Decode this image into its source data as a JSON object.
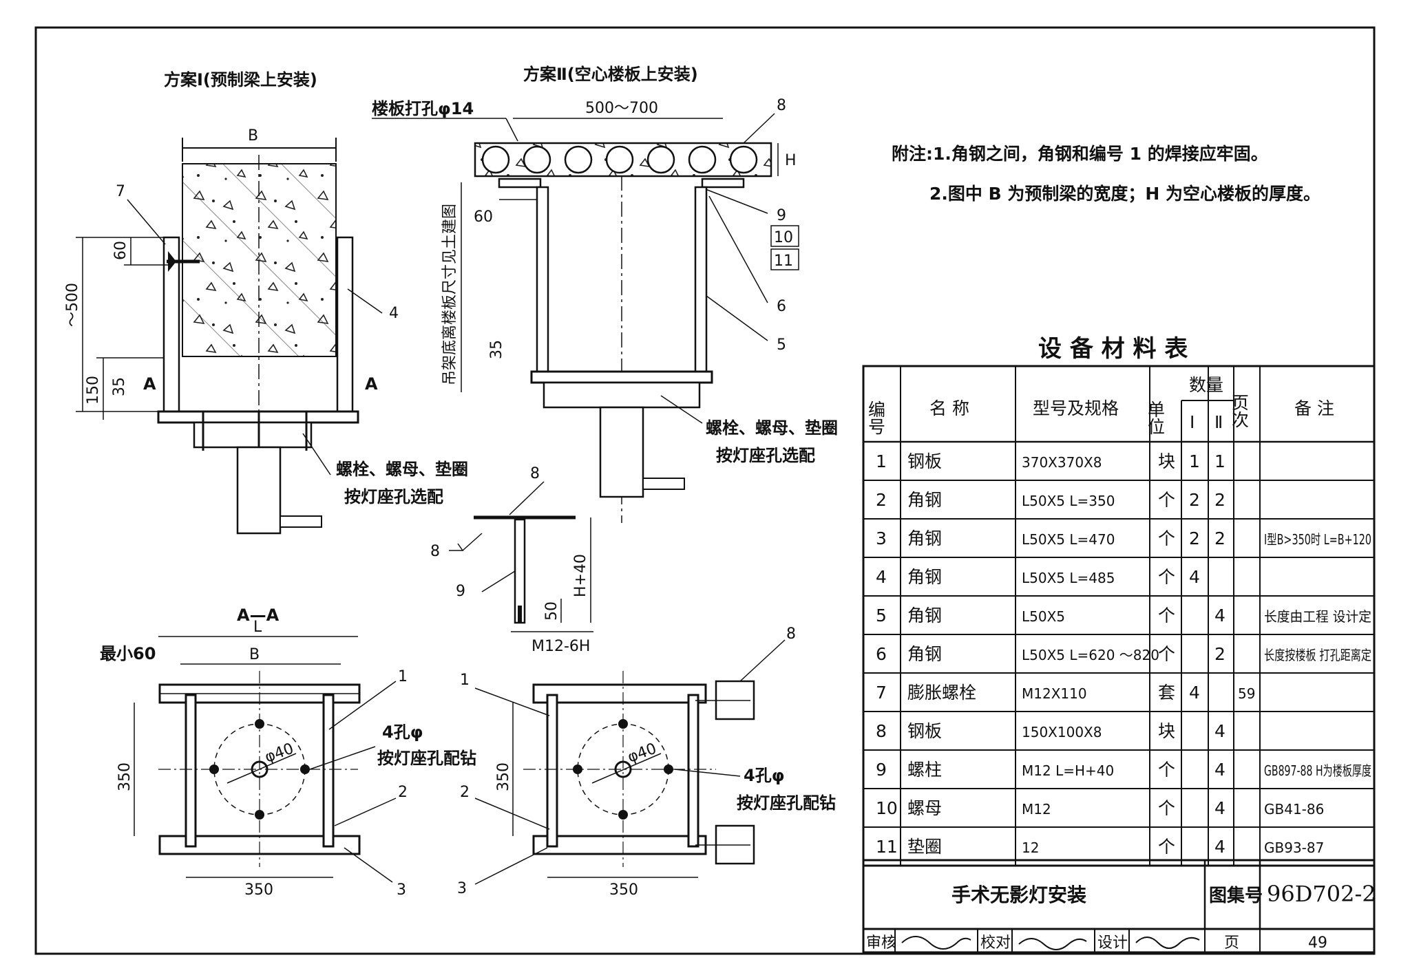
{
  "scheme1": {
    "title": "方案Ⅰ(预制梁上安装)",
    "dim_b": "B",
    "dim_500": "～500",
    "dim_60": "60",
    "dim_150": "150",
    "dim_35": "35",
    "section_mark": "A",
    "callout_7": "7",
    "callout_4": "4",
    "bolt_note_1": "螺栓、螺母、垫圈",
    "bolt_note_2": "按灯座孔选配"
  },
  "scheme2": {
    "title": "方案Ⅱ(空心楼板上安装)",
    "drill_note": "楼板打孔φ14",
    "dim_span": "500～700",
    "dim_h": "H",
    "dim_60": "60",
    "dim_35": "35",
    "vertical_note": "吊架底离楼板尺寸见土建图",
    "callout_8": "8",
    "callout_9": "9",
    "callout_10": "10",
    "callout_11": "11",
    "callout_6": "6",
    "callout_5": "5",
    "bolt_note_1": "螺栓、螺母、垫圈",
    "bolt_note_2": "按灯座孔选配"
  },
  "detail": {
    "callout_8a": "8",
    "callout_8b": "8",
    "callout_9": "9",
    "dim_h40": "H+40",
    "dim_50": "50",
    "thread": "M12-6H"
  },
  "section_aa": {
    "title": "A—A",
    "dim_l": "L",
    "dim_b": "B",
    "min60": "最小60",
    "dim_350v": "350",
    "dim_350h": "350",
    "dia40": "φ40",
    "holes_1": "4孔φ",
    "holes_2": "按灯座孔配钻",
    "callout_1": "1",
    "callout_2": "2",
    "callout_3": "3"
  },
  "plan2": {
    "dim_350v": "350",
    "dim_350h": "350",
    "dia40": "φ40",
    "holes_1": "4孔φ",
    "holes_2": "按灯座孔配钻",
    "callout_1": "1",
    "callout_2": "2",
    "callout_3": "3",
    "callout_8": "8"
  },
  "notes": {
    "line1": "附注:1.角钢之间，角钢和编号 1 的焊接应牢固。",
    "line2": "2.图中 B 为预制梁的宽度；H 为空心楼板的厚度。"
  },
  "table": {
    "title": "设 备 材 料 表",
    "headers": {
      "no": "编号",
      "name": "名 称",
      "spec": "型号及规格",
      "unit": "单位",
      "qty": "数量",
      "qty1": "Ⅰ",
      "qty2": "Ⅱ",
      "page": "页次",
      "remark": "备 注"
    },
    "rows": [
      {
        "no": "1",
        "name": "钢板",
        "spec": "370X370X8",
        "unit": "块",
        "q1": "1",
        "q2": "1",
        "page": "",
        "remark": ""
      },
      {
        "no": "2",
        "name": "角钢",
        "spec": "L50X5 L=350",
        "unit": "个",
        "q1": "2",
        "q2": "2",
        "page": "",
        "remark": ""
      },
      {
        "no": "3",
        "name": "角钢",
        "spec": "L50X5 L=470",
        "unit": "个",
        "q1": "2",
        "q2": "2",
        "page": "",
        "remark": "Ⅰ型B>350时 L=B+120"
      },
      {
        "no": "4",
        "name": "角钢",
        "spec": "L50X5 L=485",
        "unit": "个",
        "q1": "4",
        "q2": "",
        "page": "",
        "remark": ""
      },
      {
        "no": "5",
        "name": "角钢",
        "spec": "L50X5",
        "unit": "个",
        "q1": "",
        "q2": "4",
        "page": "",
        "remark": "长度由工程 设计定"
      },
      {
        "no": "6",
        "name": "角钢",
        "spec": "L50X5 L=620 ～820",
        "unit": "个",
        "q1": "",
        "q2": "2",
        "page": "",
        "remark": "长度按楼板 打孔距离定"
      },
      {
        "no": "7",
        "name": "膨胀螺栓",
        "spec": "M12X110",
        "unit": "套",
        "q1": "4",
        "q2": "",
        "page": "59",
        "remark": ""
      },
      {
        "no": "8",
        "name": "钢板",
        "spec": "150X100X8",
        "unit": "块",
        "q1": "",
        "q2": "4",
        "page": "",
        "remark": ""
      },
      {
        "no": "9",
        "name": "螺柱",
        "spec": "M12 L=H+40",
        "unit": "个",
        "q1": "",
        "q2": "4",
        "page": "",
        "remark": "GB897-88 H为楼板厚度"
      },
      {
        "no": "10",
        "name": "螺母",
        "spec": "M12",
        "unit": "个",
        "q1": "",
        "q2": "4",
        "page": "",
        "remark": "GB41-86"
      },
      {
        "no": "11",
        "name": "垫圈",
        "spec": "12",
        "unit": "个",
        "q1": "",
        "q2": "4",
        "page": "",
        "remark": "GB93-87"
      }
    ]
  },
  "titleblock": {
    "drawing_title": "手术无影灯安装",
    "atlas_label": "图集号",
    "atlas_no": "96D702-2",
    "review": "审核",
    "check": "校对",
    "design": "设计",
    "page_label": "页",
    "page_no": "49"
  }
}
